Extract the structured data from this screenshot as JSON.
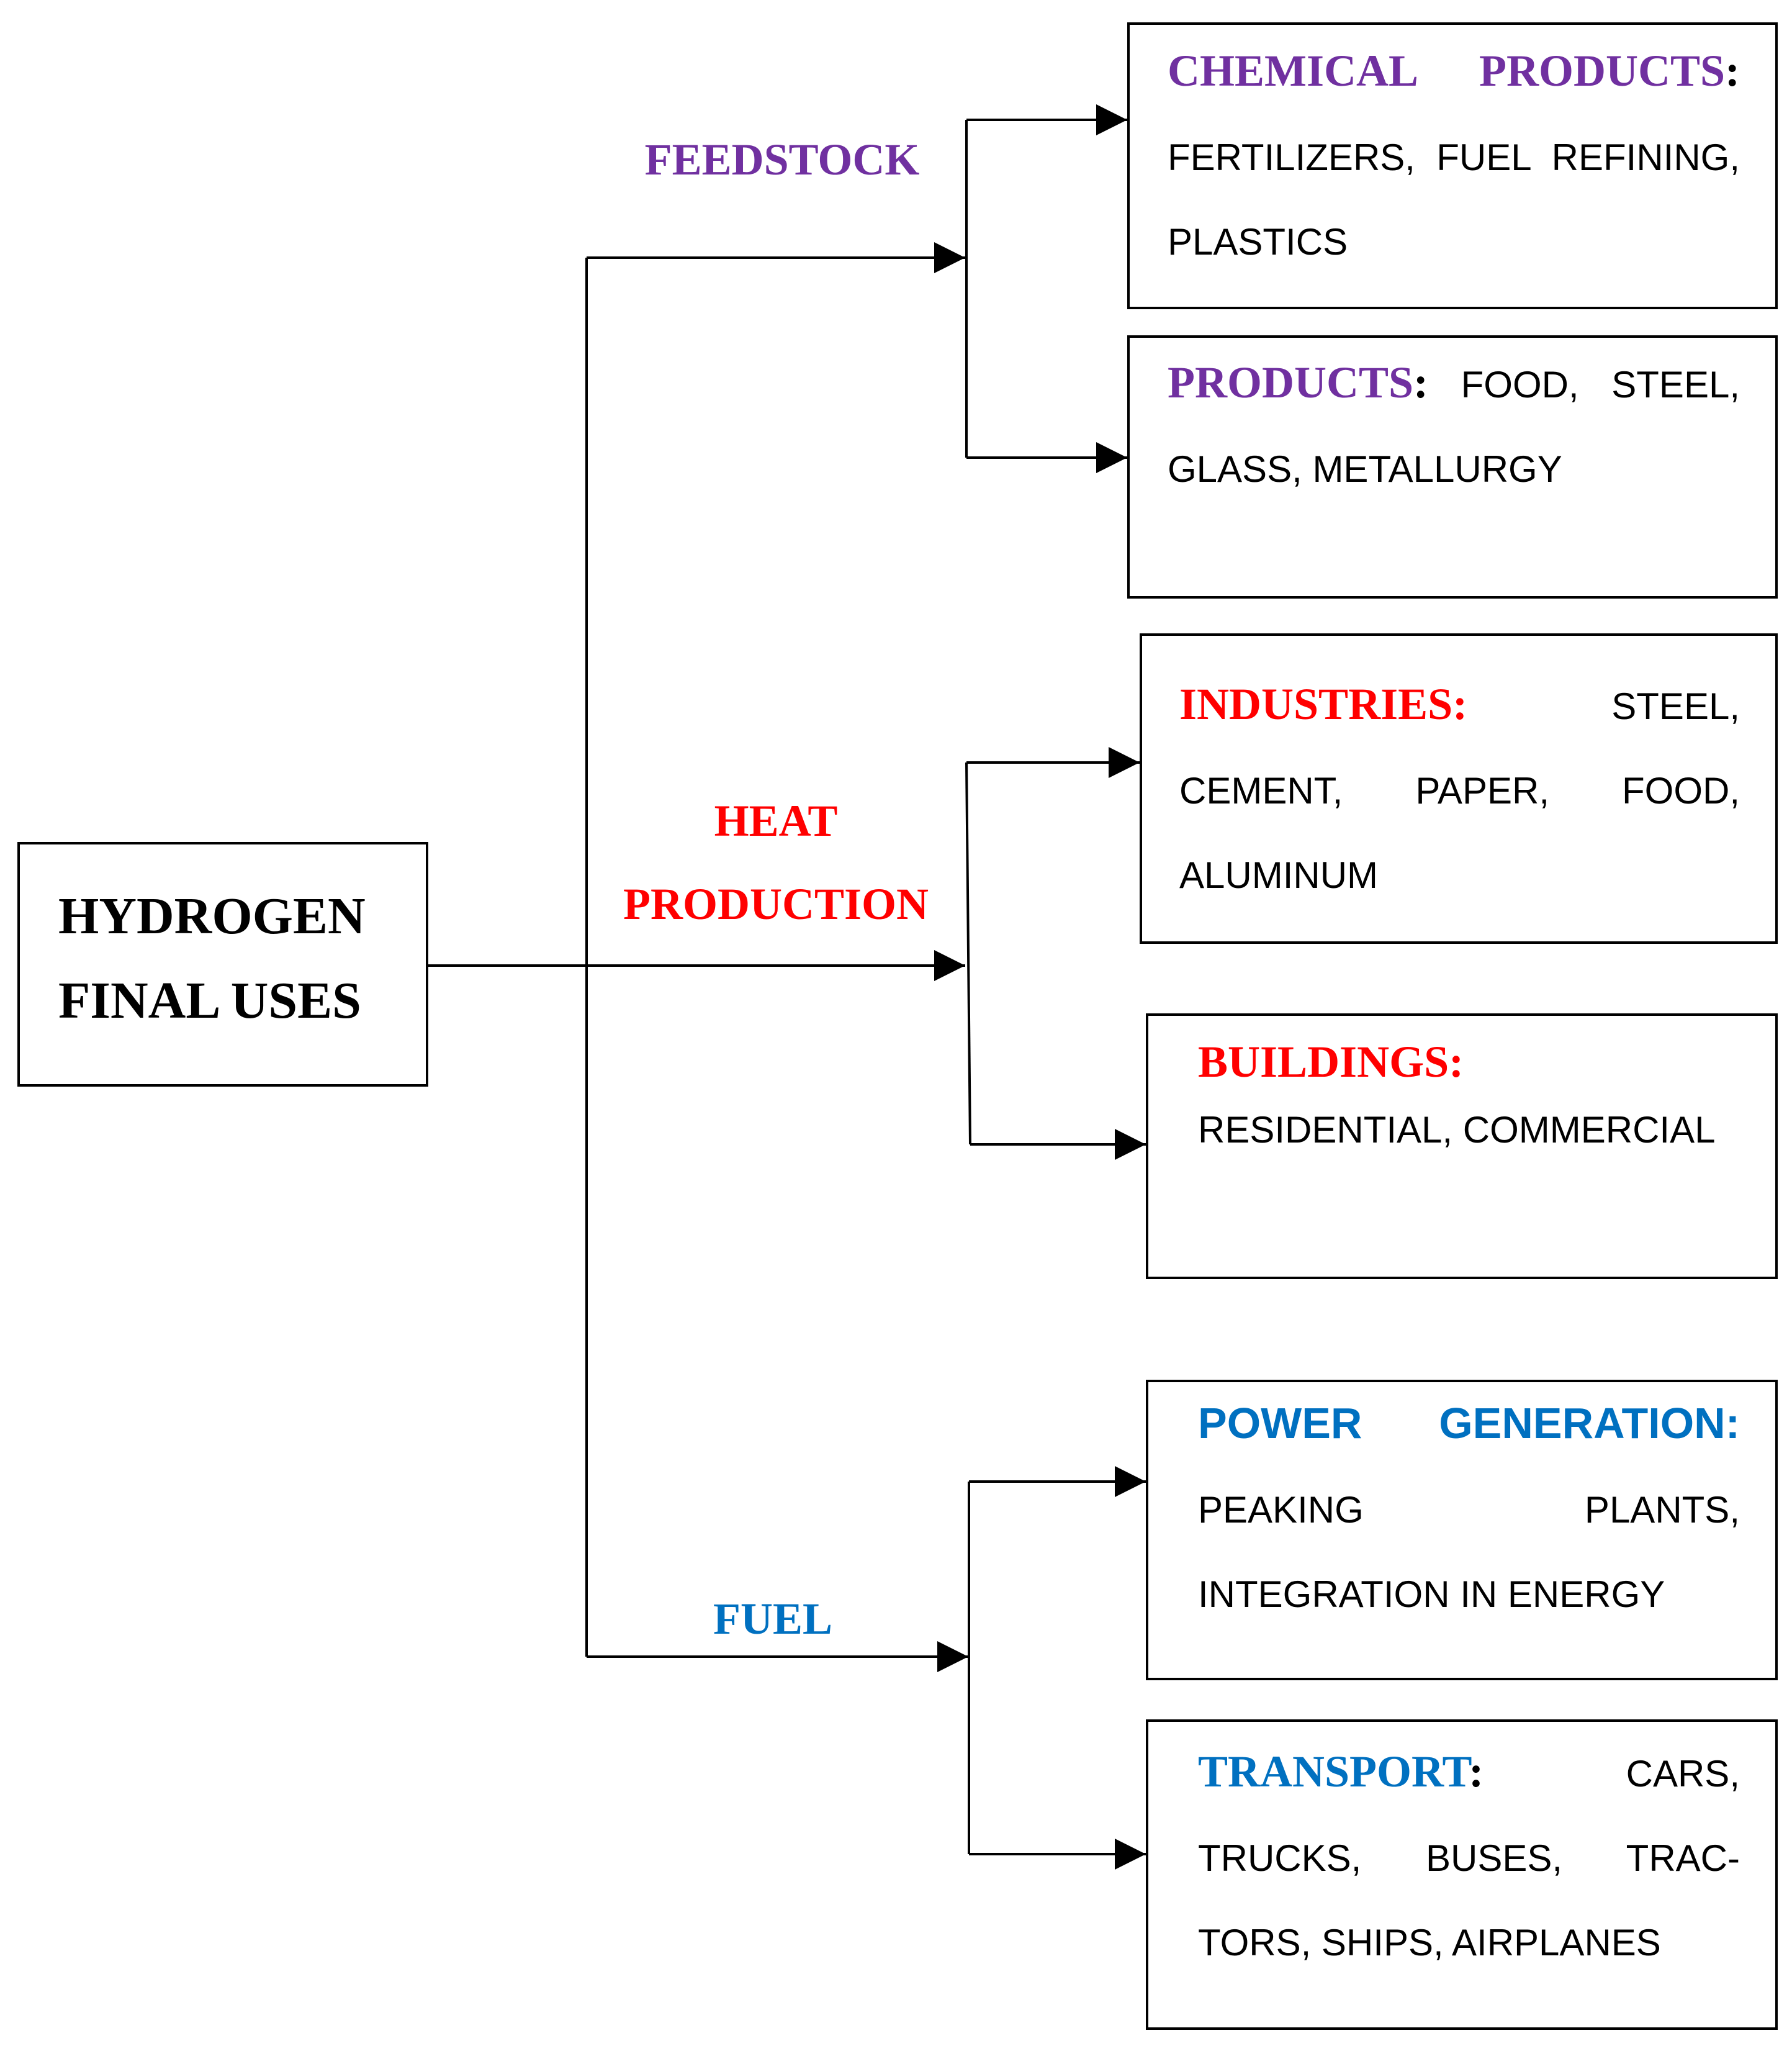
{
  "root": {
    "line1": "HYDROGEN",
    "line2": "FINAL USES"
  },
  "colors": {
    "feedstock": "#7030a0",
    "heat": "#ff0000",
    "fuel": "#0070c0",
    "text": "#000000"
  },
  "branches": {
    "feedstock": {
      "label": "FEEDSTOCK"
    },
    "heat": {
      "line1": "HEAT",
      "line2": "PRODUCTION"
    },
    "fuel": {
      "label": "FUEL"
    }
  },
  "categories": {
    "chemical_products": {
      "title": "CHEMICAL PRODUCTS",
      "colon": ":",
      "text": "FERTILIZERS, FUEL REFINING, PLASTICS"
    },
    "products": {
      "title": "PRODUCTS",
      "colon": ":",
      "text": " FOOD, STEEL, GLASS, METALLURGY"
    },
    "industries": {
      "title": "INDUSTRIES:",
      "text": " STEEL, CEMENT, PAPER, FOOD, ALUMINUM"
    },
    "buildings": {
      "title": "BUILDINGS:",
      "text": "RESIDENTIAL, COMMERCIAL"
    },
    "power_generation": {
      "title": "POWER GENERATION:",
      "text": "PEAKING PLANTS, INTEGRATION IN ENERGY"
    },
    "transport": {
      "title": "TRANSPORT",
      "colon": ":",
      "text": "CARS, TRUCKS, BUSES, TRAC-TORS, SHIPS, AIRPLANES"
    }
  }
}
